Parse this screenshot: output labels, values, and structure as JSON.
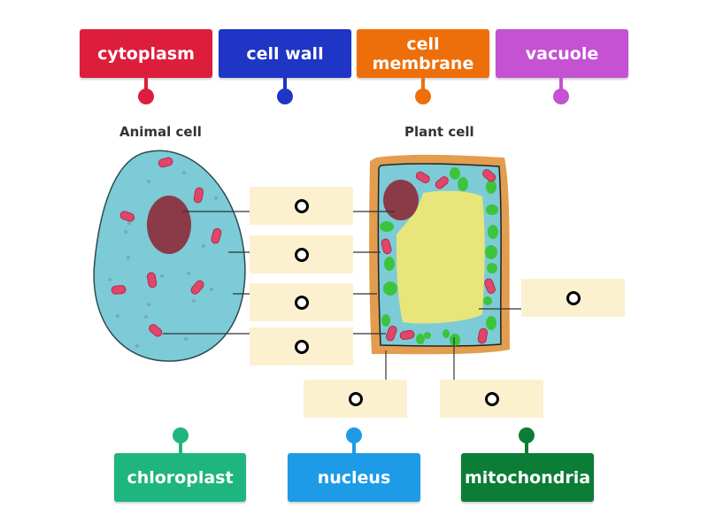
{
  "headings": {
    "animal": "Animal cell",
    "plant": "Plant cell"
  },
  "top_labels": [
    {
      "label": "cytoplasm",
      "color": "#dc1e3c"
    },
    {
      "label": "cell wall",
      "color": "#1f35c5"
    },
    {
      "label": "cell membrane",
      "color": "#ee6f09"
    },
    {
      "label": "vacuole",
      "color": "#c452d3"
    }
  ],
  "bottom_labels": [
    {
      "label": "chloroplast",
      "color": "#1fb57e"
    },
    {
      "label": "nucleus",
      "color": "#1e9be6"
    },
    {
      "label": "mitochondria",
      "color": "#0b7d36"
    }
  ],
  "drop_zones": [
    {
      "id": "animal-nucleus",
      "value": ""
    },
    {
      "id": "animal-cytoplasm",
      "value": ""
    },
    {
      "id": "animal-membrane",
      "value": ""
    },
    {
      "id": "animal-mitochondria",
      "value": ""
    },
    {
      "id": "plant-vacuole",
      "value": ""
    },
    {
      "id": "plant-cell-wall",
      "value": ""
    },
    {
      "id": "plant-chloroplast",
      "value": ""
    }
  ],
  "colors": {
    "cytoplasm": "#7ccbd7",
    "nucleus": "#8b3a47",
    "vacuole": "#e8e57a",
    "cell_wall": "#e39d4f",
    "chloroplast": "#3cc43c",
    "mitochondria": "#e0456a",
    "drop_zone": "#fcf1cf"
  }
}
